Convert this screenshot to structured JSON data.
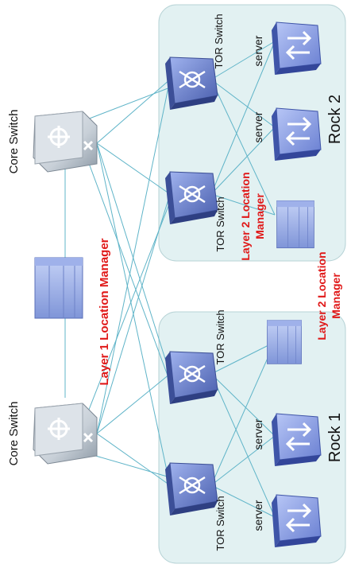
{
  "core_switches": [
    {
      "label": "Core Switch"
    },
    {
      "label": "Core Switch"
    }
  ],
  "layer1_manager": {
    "label": "Layer 1 Location Manager"
  },
  "racks": [
    {
      "title": "Rock 1",
      "tor_switches": [
        "TOR Switch",
        "TOR Switch"
      ],
      "servers": [
        "server",
        "server"
      ],
      "manager_lines": [
        "Layer 2 Location",
        "Manager"
      ]
    },
    {
      "title": "Rock 2",
      "tor_switches": [
        "TOR Switch",
        "TOR Switch"
      ],
      "servers": [
        "server",
        "server"
      ],
      "manager_lines": [
        "Layer 2 Location",
        "Manager"
      ]
    }
  ],
  "colors": {
    "rack_bg": "#e2f1f2",
    "rack_border": "#b7d3d6",
    "link": "#5fb4c8",
    "manager_text": "#e01818",
    "tor_body": "#6f86cc",
    "server_body": "#8ea2e2",
    "core_body": "#cfd6dc"
  }
}
